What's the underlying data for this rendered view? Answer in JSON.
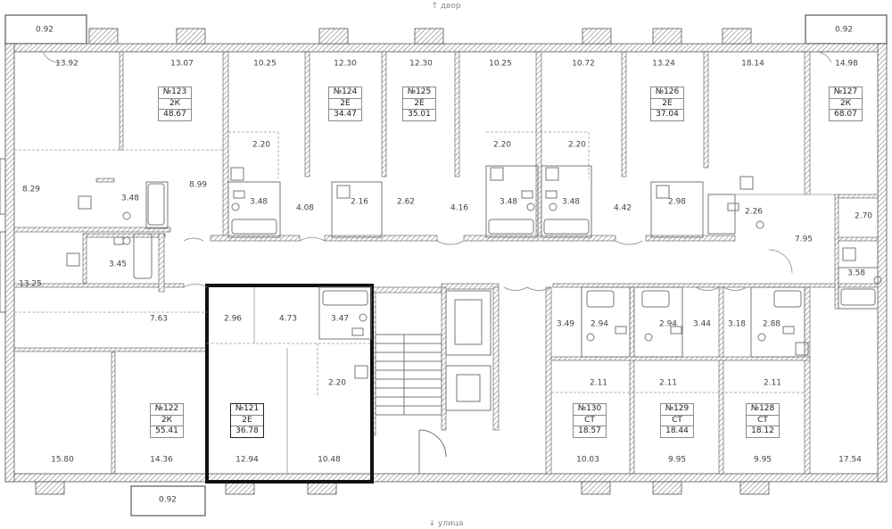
{
  "orientation": {
    "top": "↑ двор",
    "bottom": "↓ улица"
  },
  "apartments": [
    {
      "id": "123",
      "number": "№123",
      "type": "2К",
      "area": "48.67"
    },
    {
      "id": "124",
      "number": "№124",
      "type": "2Е",
      "area": "34.47"
    },
    {
      "id": "125",
      "number": "№125",
      "type": "2Е",
      "area": "35.01"
    },
    {
      "id": "126",
      "number": "№126",
      "type": "2Е",
      "area": "37.04"
    },
    {
      "id": "127",
      "number": "№127",
      "type": "2К",
      "area": "68.07"
    },
    {
      "id": "122",
      "number": "№122",
      "type": "2К",
      "area": "55.41"
    },
    {
      "id": "121",
      "number": "№121",
      "type": "2Е",
      "area": "36.78",
      "selected": true
    },
    {
      "id": "130",
      "number": "№130",
      "type": "СТ",
      "area": "18.57"
    },
    {
      "id": "129",
      "number": "№129",
      "type": "СТ",
      "area": "18.44"
    },
    {
      "id": "128",
      "number": "№128",
      "type": "СТ",
      "area": "18.12"
    }
  ],
  "room_areas": [
    "0.92",
    "13.92",
    "13.07",
    "10.25",
    "12.30",
    "12.30",
    "10.25",
    "10.72",
    "13.24",
    "18.14",
    "0.92",
    "14.98",
    "2.20",
    "2.20",
    "2.20",
    "8.29",
    "3.48",
    "8.99",
    "3.48",
    "4.08",
    "2.16",
    "2.62",
    "4.16",
    "3.48",
    "3.48",
    "4.42",
    "2.98",
    "2.26",
    "2.70",
    "3.45",
    "7.95",
    "3.58",
    "13.25",
    "2.96",
    "4.73",
    "3.47",
    "7.63",
    "3.49",
    "2.94",
    "2.94",
    "3.44",
    "3.18",
    "2.88",
    "2.20",
    "2.11",
    "2.11",
    "2.11",
    "15.80",
    "14.36",
    "12.94",
    "10.48",
    "10.03",
    "9.95",
    "9.95",
    "17.54",
    "0.92"
  ]
}
